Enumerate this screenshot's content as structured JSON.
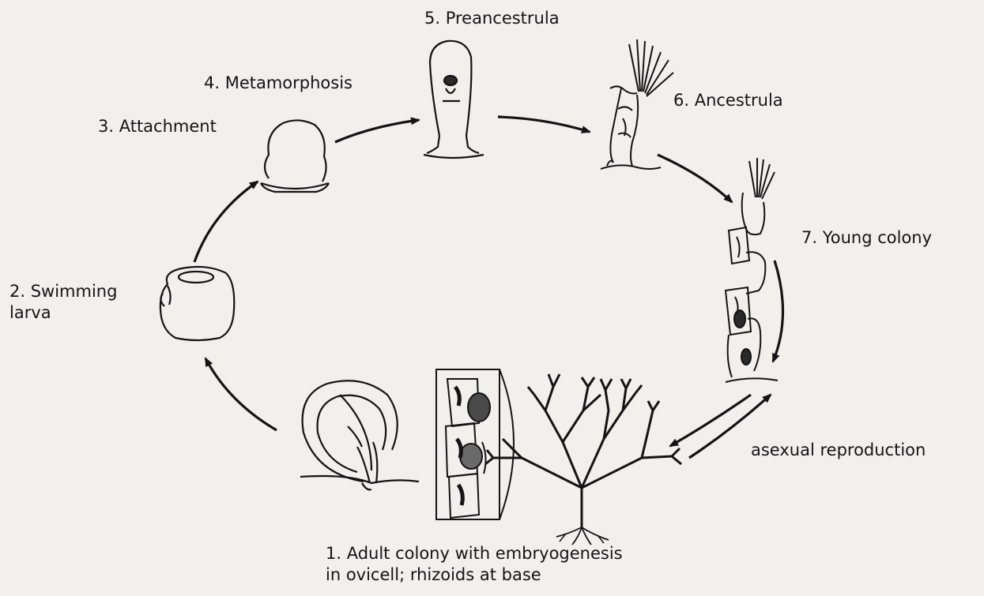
{
  "stages": {
    "adult_colony": {
      "line1": "1. Adult colony with embryogenesis",
      "line2": "in ovicell; rhizoids at base"
    },
    "swimming_larva": {
      "line1": "2. Swimming",
      "line2": "larva"
    },
    "attachment": "3. Attachment",
    "metamorphosis": "4. Metamorphosis",
    "preancestrula": "5. Preancestrula",
    "ancestrula": "6. Ancestrula",
    "young_colony": "7. Young colony"
  },
  "asexual_reproduction": "asexual reproduction",
  "colors": {
    "background": "#f1f0ec",
    "ink": "#141414"
  }
}
